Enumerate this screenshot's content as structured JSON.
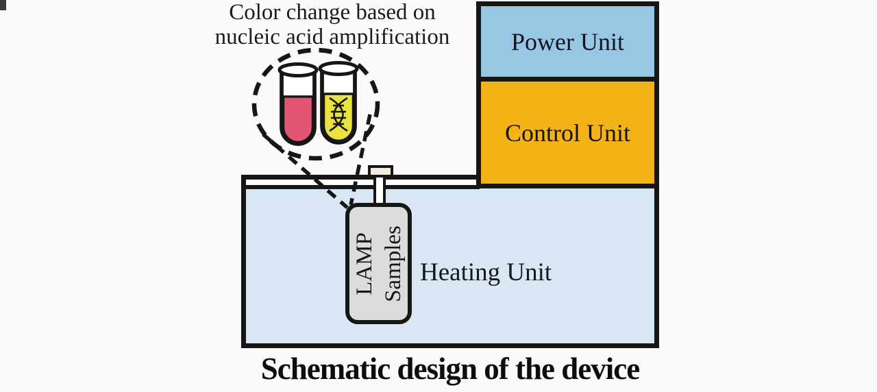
{
  "annotation": {
    "line1": "Color change based on",
    "line2": "nucleic acid amplification"
  },
  "units": {
    "power": {
      "label": "Power Unit",
      "fill": "#97c7e3"
    },
    "control": {
      "label": "Control Unit",
      "fill": "#f3b316"
    },
    "heating": {
      "label": "Heating Unit",
      "fill": "#d9e7f4"
    }
  },
  "sample_block": {
    "line1": "LAMP",
    "line2": "Samples",
    "fill": "#dcdcda"
  },
  "tubes": {
    "negative": {
      "description": "pink-liquid-tube",
      "fill": "#e25672"
    },
    "positive": {
      "description": "yellow-liquid-tube-with-dna",
      "fill": "#eae23f"
    }
  },
  "icons": {
    "dna": "dna-double-helix-icon",
    "zoom_circle": "dashed-magnifier-circle"
  },
  "caption": "Schematic design of the device",
  "colors": {
    "outline": "#161616",
    "background": "#fbfaf8",
    "cap_fill": "#f2ecdf",
    "lid_gap": "#fdfdfb"
  }
}
